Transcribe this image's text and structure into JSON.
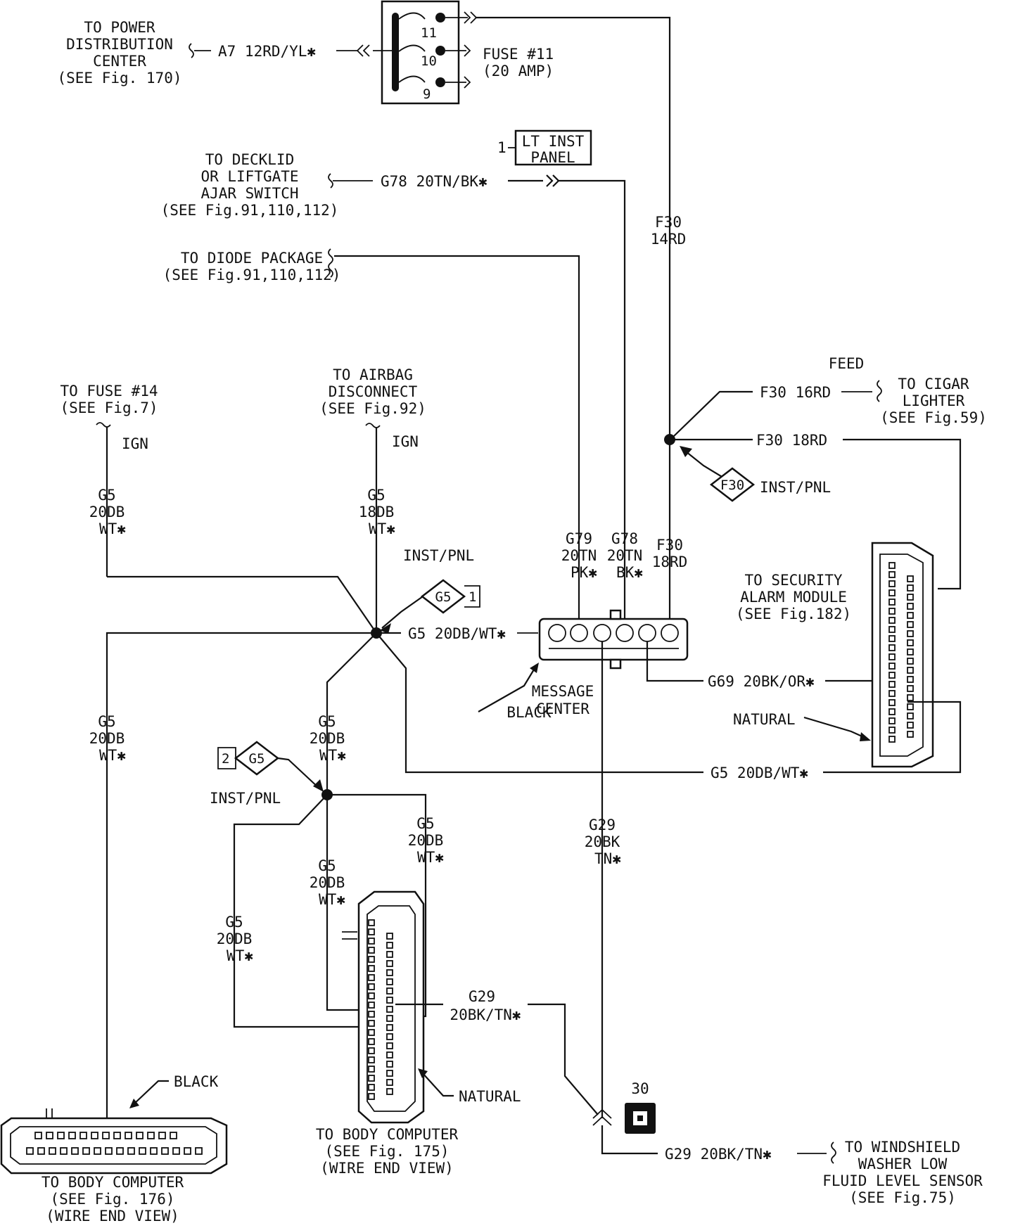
{
  "power_dist": {
    "line1": "TO POWER",
    "line2": "DISTRIBUTION",
    "line3": "CENTER",
    "line4": "(SEE Fig. 170)"
  },
  "a7_wire": "A7 12RD/YL✱",
  "fuse_block": {
    "n11": "11",
    "n10": "10",
    "n9": "9",
    "label1": "FUSE #11",
    "label2": "(20 AMP)"
  },
  "lt_inst_panel": {
    "pin": "1",
    "line1": "LT INST",
    "line2": "PANEL"
  },
  "decklid": {
    "line1": "TO DECKLID",
    "line2": "OR LIFTGATE",
    "line3": "AJAR SWITCH",
    "line4": "(SEE Fig.91,110,112)"
  },
  "g78_wire": "G78 20TN/BK✱",
  "diode": {
    "line1": "TO DIODE PACKAGE",
    "line2": "(SEE Fig.91,110,112)"
  },
  "f30_main": {
    "line1": "F30",
    "line2": "14RD"
  },
  "feed": "FEED",
  "f30_16": "F30 16RD",
  "cigar": {
    "line1": "TO CIGAR",
    "line2": "LIGHTER",
    "line3": "(SEE Fig.59)"
  },
  "f30_18": "F30 18RD",
  "f30_splice": {
    "tag": "F30",
    "label": "INST/PNL"
  },
  "fuse14": {
    "line1": "TO FUSE #14",
    "line2": "(SEE Fig.7)",
    "ign": "IGN"
  },
  "airbag": {
    "line1": "TO AIRBAG",
    "line2": "DISCONNECT",
    "line3": "(SEE Fig.92)",
    "ign": "IGN"
  },
  "g5_left_top": {
    "line1": "G5",
    "line2": "20DB",
    "line3": "WT✱"
  },
  "g5_mid_top": {
    "line1": "G5",
    "line2": "18DB",
    "line3": "WT✱"
  },
  "inst_pnl_upper": "INST/PNL",
  "g5_splice_upper": {
    "tag": "G5",
    "pin": "1"
  },
  "g5_msg_wire": "G5 20DB/WT✱",
  "msg_wires": {
    "g79": {
      "line1": "G79",
      "line2": "20TN",
      "line3": "PK✱"
    },
    "g78": {
      "line1": "G78",
      "line2": "20TN",
      "line3": "BK✱"
    },
    "f30": {
      "line1": "F30",
      "line2": "18RD"
    }
  },
  "message_center": {
    "line1": "MESSAGE",
    "line2": "CENTER",
    "color": "BLACK"
  },
  "g69_wire": "G69 20BK/OR✱",
  "security": {
    "line1": "TO SECURITY",
    "line2": "ALARM MODULE",
    "line3": "(SEE Fig.182)",
    "color": "NATURAL"
  },
  "g5_long": "G5 20DB/WT✱",
  "g5_left_long": {
    "line1": "G5",
    "line2": "20DB",
    "line3": "WT✱"
  },
  "g5_center": {
    "line1": "G5",
    "line2": "20DB",
    "line3": "WT✱"
  },
  "g5_splice_lower": {
    "pin": "2",
    "tag": "G5",
    "label": "INST/PNL"
  },
  "g5_br1": {
    "line1": "G5",
    "line2": "20DB",
    "line3": "WT✱"
  },
  "g5_br2": {
    "line1": "G5",
    "line2": "20DB",
    "line3": "WT✱"
  },
  "g5_br3": {
    "line1": "G5",
    "line2": "20DB",
    "line3": "WT✱"
  },
  "g29_vert": {
    "line1": "G29",
    "line2": "20BK",
    "line3": "TN✱"
  },
  "g29_conn": {
    "line1": "G29",
    "line2": "20BK/TN✱"
  },
  "ground_30": "30",
  "g29_bottom": "G29 20BK/TN✱",
  "windshield": {
    "line1": "TO WINDSHIELD",
    "line2": "WASHER LOW",
    "line3": "FLUID LEVEL SENSOR",
    "line4": "(SEE Fig.75)"
  },
  "body176": {
    "color": "BLACK",
    "line1": "TO BODY COMPUTER",
    "line2": "(SEE Fig. 176)",
    "line3": "(WIRE END VIEW)"
  },
  "body175": {
    "color": "NATURAL",
    "line1": "TO BODY COMPUTER",
    "line2": "(SEE Fig. 175)",
    "line3": "(WIRE END VIEW)"
  }
}
